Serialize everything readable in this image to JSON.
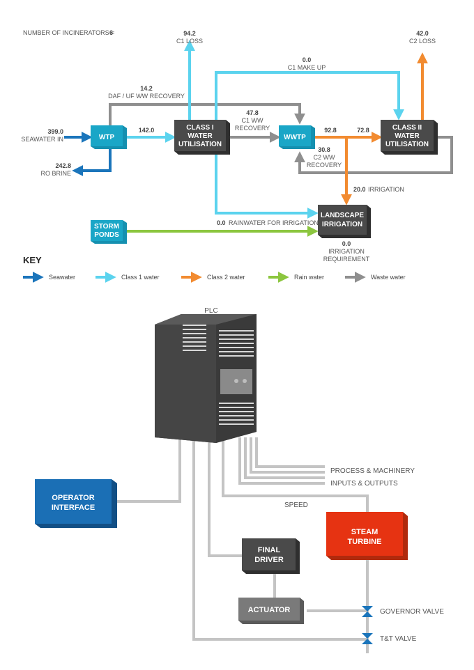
{
  "header": {
    "incinerators_label": "NUMBER OF INCINERATORS =",
    "incinerators_value": "6"
  },
  "water_flow": {
    "nodes": {
      "wtp": "WTP",
      "class1": [
        "CLASS I",
        "WATER",
        "UTILISATION"
      ],
      "wwtp": "WWTP",
      "class2": [
        "CLASS II",
        "WATER",
        "UTILISATION"
      ],
      "landscape": [
        "LANDSCAPE",
        "IRRIGATION"
      ],
      "storm": [
        "STORM",
        "PONDS"
      ]
    },
    "flows": {
      "seawater_in": {
        "value": "399.0",
        "label": "SEAWATER IN"
      },
      "ro_brine": {
        "value": "242.8",
        "label": "RO BRINE"
      },
      "wtp_to_c1": {
        "value": "142.0"
      },
      "daf_uf": {
        "value": "14.2",
        "label": "DAF / UF WW RECOVERY"
      },
      "c1_loss": {
        "value": "94.2",
        "label": "C1 LOSS"
      },
      "c1_make_up": {
        "value": "0.0",
        "label": "C1 MAKE UP"
      },
      "c1_ww_recovery": {
        "value": "47.8",
        "label_1": "C1 WW",
        "label_2": "RECOVERY"
      },
      "wwtp_out": {
        "value": "92.8"
      },
      "to_c2": {
        "value": "72.8"
      },
      "c2_loss": {
        "value": "42.0",
        "label": "C2 LOSS"
      },
      "c2_ww_recovery": {
        "value": "30.8",
        "label_1": "C2 WW",
        "label_2": "RECOVERY"
      },
      "irrigation": {
        "value": "20.0",
        "label": "IRRIGATION"
      },
      "rainwater": {
        "value": "0.0",
        "label": "RAINWATER FOR IRRIGATION"
      },
      "irrigation_req": {
        "value": "0.0",
        "label_1": "IRRIGATION",
        "label_2": "REQUIREMENT"
      }
    }
  },
  "key": {
    "title": "KEY",
    "items": [
      {
        "label": "Seawater",
        "color": "#1b75bb"
      },
      {
        "label": "Class 1 water",
        "color": "#5bd3ee"
      },
      {
        "label": "Class 2 water",
        "color": "#f28b30"
      },
      {
        "label": "Rain water",
        "color": "#8cc63f"
      },
      {
        "label": "Waste water",
        "color": "#8f8f8f"
      }
    ]
  },
  "control": {
    "plc": "PLC",
    "process_machinery": "PROCESS & MACHINERY",
    "inputs_outputs": "INPUTS & OUTPUTS",
    "speed": "SPEED",
    "operator": [
      "OPERATOR",
      "INTERFACE"
    ],
    "final_driver": [
      "FINAL",
      "DRIVER"
    ],
    "actuator": "ACTUATOR",
    "steam_turbine": [
      "STEAM",
      "TURBINE"
    ],
    "governor_valve": "GOVERNOR VALVE",
    "tt_valve": "T&T VALVE"
  },
  "colors": {
    "seawater": "#1b75bb",
    "class1": "#5bd3ee",
    "class2": "#f28b30",
    "rain": "#8cc63f",
    "waste": "#8f8f8f",
    "box_dark": "#4a4a4a",
    "box_teal": "#1aa6c7",
    "turbine_red": "#e63312",
    "operator_blue": "#1b6fb5"
  }
}
